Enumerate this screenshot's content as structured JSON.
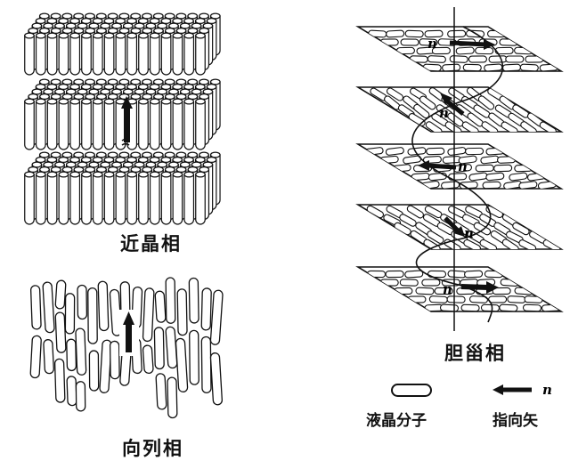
{
  "captions": {
    "smectic": "近晶相",
    "nematic": "向列相",
    "cholesteric": "胆甾相"
  },
  "director_symbol": "n",
  "legend": {
    "molecule_label": "液晶分子",
    "director_label": "指向矢",
    "director_symbol": "n"
  },
  "cholesteric_director_labels": [
    "n",
    "n",
    "n",
    "n",
    "n"
  ]
}
